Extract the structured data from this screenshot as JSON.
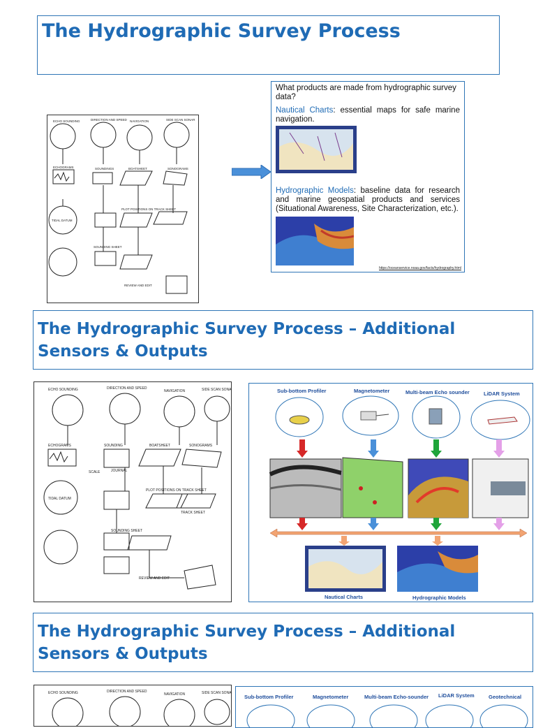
{
  "section1": {
    "title": "The Hydrographic Survey Process",
    "products_question": "What products are made from hydrographic survey data?",
    "nautical_label": "Nautical Charts",
    "nautical_desc": ": essential maps for safe marine navigation.",
    "models_label": "Hydrographic Models",
    "models_desc": ": baseline data for research and marine geospatial products and services (Situational Awareness, Site Characterization, etc.).",
    "source_url": "https://oceanservice.noaa.gov/facts/hydrography.html"
  },
  "section2": {
    "title": "The Hydrographic Survey Process – Additional Sensors & Outputs",
    "sensors": [
      "Sub-bottom Profiler",
      "Magnetometer",
      "Multi-beam Echo sounder",
      "LiDAR System"
    ],
    "outputs": [
      "Nautical Charts",
      "Hydrographic Models"
    ]
  },
  "section3": {
    "title": "The Hydrographic Survey Process – Additional Sensors & Outputs",
    "sensors": [
      "Sub-bottom Profiler",
      "Magnetometer",
      "Multi-beam Echo-sounder",
      "LiDAR System",
      "Geotechnical"
    ]
  },
  "flowchart": {
    "top_labels": [
      "ECHO SOUNDING",
      "DIRECTION AND SPEED",
      "NAVIGATION",
      "SIDE SCAN SONAR"
    ],
    "mid_labels": [
      "ECHOGRAMS",
      "SOUNDINGS",
      "BOATSHEET",
      "SONOGRAMS"
    ],
    "items": [
      "SCALE",
      "JOURNAL",
      "TIDAL DATUM",
      "PLOT POSITIONS ON TRACK SHEET",
      "TRACK SHEET",
      "SOUNDING SHEET",
      "REVIEW AND EDIT"
    ]
  },
  "colors": {
    "accent": "#1f6bb5",
    "border": "#2e75b6",
    "red": "#d62828",
    "blue_arrow": "#4a90d9",
    "green": "#1fa53a",
    "pink": "#e4a0e8",
    "orange": "#f2a472"
  }
}
